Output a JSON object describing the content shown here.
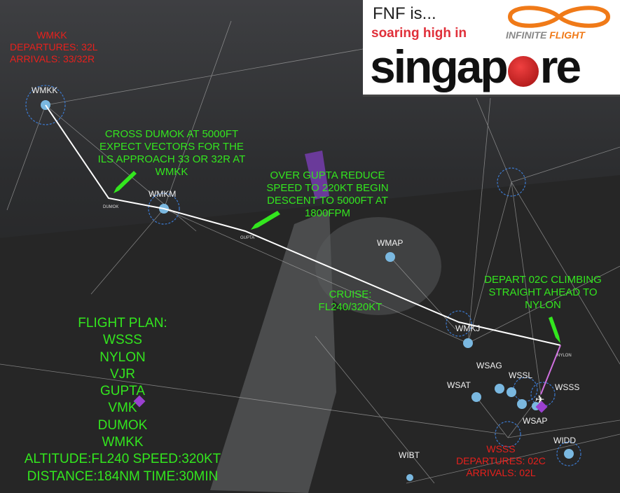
{
  "banner": {
    "line1": "FNF is...",
    "line2": "soaring high in",
    "line3_left": "singap",
    "line3_right": "re",
    "logo_text_1": "INFINITE",
    "logo_text_2": "FLIGHT"
  },
  "wmkk_info": {
    "code": "WMKK",
    "departures": "DEPARTURES: 32L",
    "arrivals": "ARRIVALS: 33/32R"
  },
  "wsss_info": {
    "code": "WSSS",
    "departures": "DEPARTURES: 02C",
    "arrivals": "ARRIVALS: 02L"
  },
  "notes": {
    "dumok": [
      "CROSS DUMOK AT 5000FT",
      "EXPECT VECTORS FOR THE",
      "ILS APPROACH 33 OR 32R AT",
      "WMKK"
    ],
    "gupta": [
      "OVER GUPTA REDUCE",
      "SPEED TO 220KT BEGIN",
      "DESCENT TO 5000FT AT",
      "1800FPM"
    ],
    "cruise": [
      "CRUISE:",
      "FL240/320KT"
    ],
    "depart": [
      "DEPART 02C CLIMBING",
      "STRAIGHT AHEAD TO",
      "NYLON"
    ]
  },
  "flight_plan": {
    "title": "FLIGHT PLAN:",
    "waypoints": [
      "WSSS",
      "NYLON",
      "VJR",
      "GUPTA",
      "VMK",
      "DUMOK",
      "WMKK"
    ],
    "altspeed": "ALTITUDE:FL240 SPEED:320KT",
    "disttime": "DISTANCE:184NM TIME:30MIN"
  },
  "airports": {
    "wmkk": "WMKK",
    "wmkm": "WMKM",
    "wmap": "WMAP",
    "wmkj": "WMKJ",
    "wsat": "WSAT",
    "wsag": "WSAG",
    "wssl": "WSSL",
    "wsap": "WSAP",
    "wsss": "WSSS",
    "wibt": "WIBT",
    "widd": "WIDD"
  },
  "fixes": {
    "dumok": "DUMOK",
    "gupta": "GUPTA",
    "nylon": "NYLON"
  },
  "colors": {
    "route": "#ffffff",
    "departure_leg": "#d070e0",
    "note": "#33e61e",
    "airport_info": "#e8201c",
    "marker": "#7ab8e0"
  }
}
